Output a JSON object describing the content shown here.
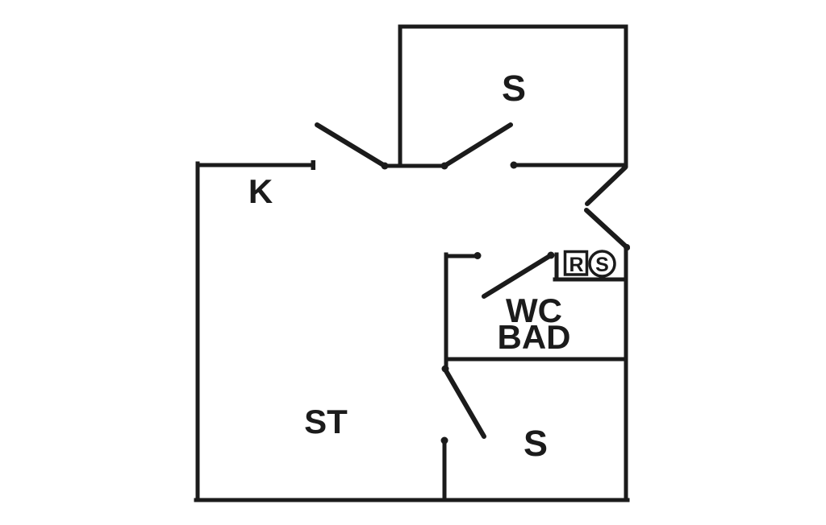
{
  "page": {
    "background": "#ffffff",
    "line_color": "#1b1b1b"
  },
  "floor_plan": {
    "kind": "holiday-home floor plan",
    "rooms": {
      "bedroom_top": {
        "label": "S"
      },
      "kitchen": {
        "label": "K"
      },
      "bathroom": {
        "label_line1": "WC",
        "label_line2": "BAD"
      },
      "living_room": {
        "label": "ST"
      },
      "bedroom_bottom": {
        "label": "S"
      }
    },
    "symbols": {
      "r_square": {
        "label": "R",
        "shape": "square"
      },
      "s_circle": {
        "label": "S",
        "shape": "circle"
      }
    }
  }
}
